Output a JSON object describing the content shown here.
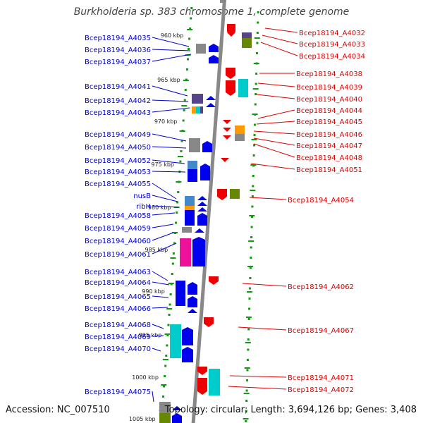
{
  "title": "Burkholderia sp. 383 chromosome 1, complete genome",
  "accession_text": "Accession: NC_007510",
  "topology_text": "Topology: circular; Length: 3,694,126 bp; Genes: 3,408",
  "colors": {
    "left_label": "#0000cc",
    "right_label": "#dd0000",
    "backbone": "#888888",
    "tick": "#119911",
    "blue": "#0000ee",
    "red": "#ee0000",
    "cyan": "#00cccc",
    "magenta": "#ee1199",
    "orange": "#ff9900",
    "olive": "#668800",
    "gray": "#888888",
    "purple": "#554488",
    "steel": "#4488cc"
  },
  "kbp_marks": [
    "960 kbp",
    "965 kbp",
    "970 kbp",
    "975 kbp",
    "980 kbp",
    "985 kbp",
    "990 kbp",
    "995 kbp",
    "1000 kbp",
    "1005 kbp"
  ],
  "left_labels": [
    "Bcep18194_A4035",
    "Bcep18194_A4036",
    "Bcep18194_A4037",
    "Bcep18194_A4041",
    "Bcep18194_A4042",
    "Bcep18194_A4043",
    "Bcep18194_A4049",
    "Bcep18194_A4050",
    "Bcep18194_A4052",
    "Bcep18194_A4053",
    "Bcep18194_A4055",
    "nusB",
    "ribH",
    "Bcep18194_A4058",
    "Bcep18194_A4059",
    "Bcep18194_A4060",
    "Bcep18194_A4061",
    "Bcep18194_A4063",
    "Bcep18194_A4064",
    "Bcep18194_A4065",
    "Bcep18194_A4066",
    "Bcep18194_A4068",
    "Bcep18194_A4069",
    "Bcep18194_A4070",
    "Bcep18194_A4075"
  ],
  "right_labels": [
    "Bcep18194_A4032",
    "Bcep18194_A4033",
    "Bcep18194_A4034",
    "Bcep18194_A4038",
    "Bcep18194_A4039",
    "Bcep18194_A4040",
    "Bcep18194_A4044",
    "Bcep18194_A4045",
    "Bcep18194_A4046",
    "Bcep18194_A4047",
    "Bcep18194_A4048",
    "Bcep18194_A4051",
    "Bcep18194_A4054",
    "Bcep18194_A4062",
    "Bcep18194_A4067",
    "Bcep18194_A4071",
    "Bcep18194_A4072"
  ]
}
